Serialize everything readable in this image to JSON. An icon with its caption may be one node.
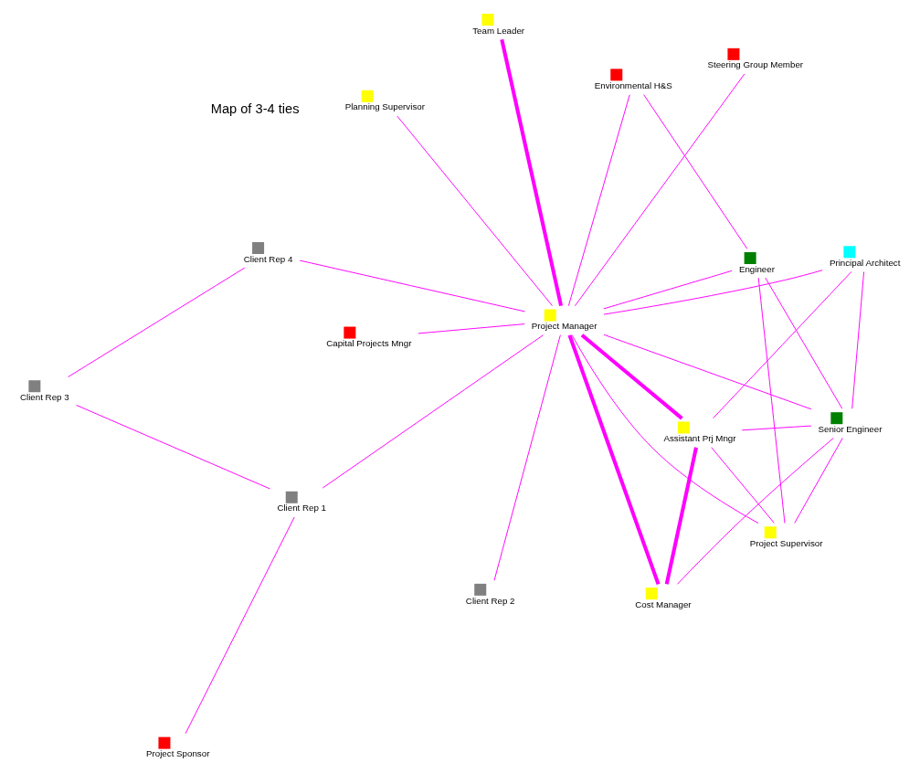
{
  "diagram": {
    "nodes": [
      {
        "text": [
          "Capital Projects Mngr"
        ]
      },
      {
        "text": [
          "Steering Group Member"
        ]
      },
      {
        "text": [
          "Project Sponsor"
        ]
      },
      {
        "text": [
          "Team Leader"
        ]
      },
      {
        "text": [
          "Client Rep 4"
        ]
      },
      {
        "text": [
          "Client Rep 1"
        ]
      },
      {
        "text": [
          "Cost Manager"
        ]
      },
      {
        "text": [
          "Project Manager"
        ]
      },
      {
        "text": [
          "Client Rep 3"
        ]
      },
      {
        "text": [
          "Assistant Prj Mngr"
        ]
      },
      {
        "text": [
          "Client Rep 2"
        ]
      },
      {
        "text": [
          "Planning Supervisor"
        ]
      },
      {
        "text": [
          "Senior Engineer"
        ]
      },
      {
        "text": [
          "Principal Architect"
        ]
      },
      {
        "text": [
          "Environmental H&S"
        ]
      },
      {
        "text": [
          "Engineer"
        ]
      },
      {
        "text": [
          "Project Supervisor"
        ]
      }
    ],
    "edges": [
      {
        "from": 0,
        "to": 7,
        "arrow": "none"
      },
      {
        "from": 1,
        "to": 7,
        "arrow": "none"
      },
      {
        "from": 2,
        "to": 5,
        "arrow": "none"
      },
      {
        "from": 3,
        "to": 7,
        "arrow": "none",
        "style": "thick"
      },
      {
        "from": 4,
        "to": 7,
        "arrow": "none"
      },
      {
        "from": 4,
        "to": 8,
        "arrow": "none"
      },
      {
        "from": 5,
        "to": 7,
        "arrow": "none"
      },
      {
        "from": 5,
        "to": 8,
        "arrow": "none"
      },
      {
        "from": 6,
        "to": 7,
        "arrow": "none",
        "style": "thick"
      },
      {
        "from": 6,
        "to": 9,
        "arrow": "none",
        "style": "thick"
      },
      {
        "from": 6,
        "to": 12,
        "arrow": "none"
      },
      {
        "from": 7,
        "to": 9,
        "arrow": "none",
        "style": "thick"
      },
      {
        "from": 7,
        "to": 10,
        "arrow": "none"
      },
      {
        "from": 7,
        "to": 11,
        "arrow": "none"
      },
      {
        "from": 7,
        "to": 13,
        "arrow": "none"
      },
      {
        "from": 7,
        "to": 12,
        "arrow": "none"
      },
      {
        "from": 7,
        "to": 14,
        "arrow": "none"
      },
      {
        "from": 7,
        "to": 15,
        "arrow": "none"
      },
      {
        "from": 7,
        "to": 16,
        "arrow": "none"
      },
      {
        "from": 9,
        "to": 12,
        "arrow": "none"
      },
      {
        "from": 9,
        "to": 13,
        "arrow": "none"
      },
      {
        "from": 9,
        "to": 16,
        "arrow": "none"
      },
      {
        "from": 12,
        "to": 13,
        "arrow": "none"
      },
      {
        "from": 12,
        "to": 15,
        "arrow": "none"
      },
      {
        "from": 12,
        "to": 16,
        "arrow": "none"
      },
      {
        "from": 14,
        "to": 15,
        "arrow": "none"
      },
      {
        "from": 15,
        "to": 16,
        "arrow": "none"
      }
    ],
    "labels": [
      "Map of 3-4 ties"
    ]
  }
}
